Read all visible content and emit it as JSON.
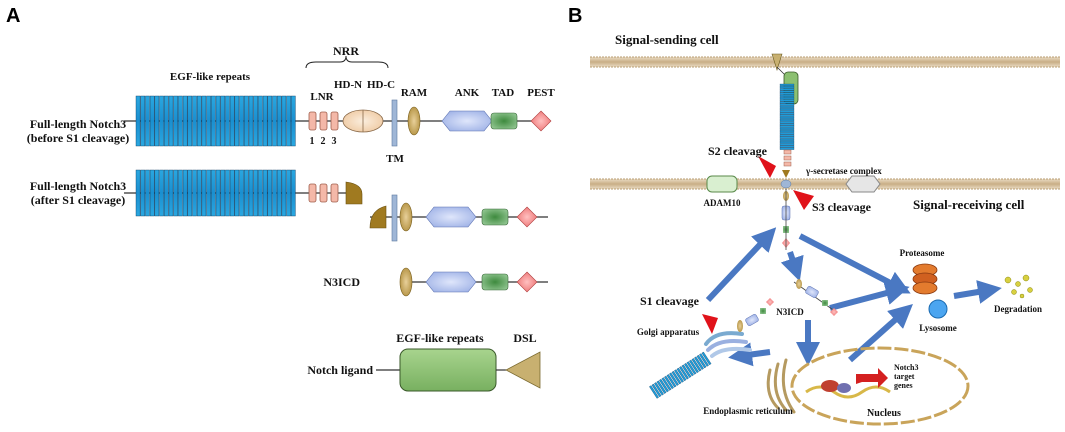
{
  "panel_a": {
    "letter": "A",
    "nrr_label": "NRR",
    "egf_label": "EGF-like repeats",
    "lnr_label": "LNR",
    "lnr_numbers": [
      "1",
      "2",
      "3"
    ],
    "hdn_label": "HD-N",
    "hdc_label": "HD-C",
    "ram_label": "RAM",
    "ank_label": "ANK",
    "tad_label": "TAD",
    "pest_label": "PEST",
    "tm_label": "TM",
    "fl_before_line1": "Full-length Notch3",
    "fl_before_line2": "(before S1 cleavage)",
    "fl_after_line1": "Full-length Notch3",
    "fl_after_line2": "(after S1 cleavage)",
    "n3icd_label": "N3ICD",
    "ligand_label": "Notch ligand",
    "ligand_egf_label": "EGF-like repeats",
    "dsl_label": "DSL"
  },
  "panel_b": {
    "letter": "B",
    "sending_cell": "Signal-sending cell",
    "receiving_cell": "Signal-receiving cell",
    "s2_label": "S2 cleavage",
    "s3_label": "S3 cleavage",
    "s1_label": "S1 cleavage",
    "gamma_label": "γ-secretase complex",
    "adam10_label": "ADAM10",
    "proteasome_label": "Proteasome",
    "degradation_label": "Degradation",
    "lysosome_label": "Lysosome",
    "n3icd_label": "N3ICD",
    "golgi_label": "Golgi apparatus",
    "er_label": "Endoplasmic reticulum",
    "nucleus_label": "Nucleus",
    "target_genes_line1": "Notch3",
    "target_genes_line2": "target",
    "target_genes_line3": "genes"
  },
  "colors": {
    "egf": "#1f9bd8",
    "lnr": "#f4b8a8",
    "hd": "#f6d9b8",
    "ram": "#c9a65a",
    "ank": "#b9c8ee",
    "tad": "#6aa86a",
    "pest": "#f28a8a",
    "tm": "#9fb6d6",
    "dsl": "#c8b070",
    "ligand": "#8cc071",
    "arrow": "#4a78c2",
    "cleave": "#e0121a",
    "membrane": "#d8c4a4"
  }
}
